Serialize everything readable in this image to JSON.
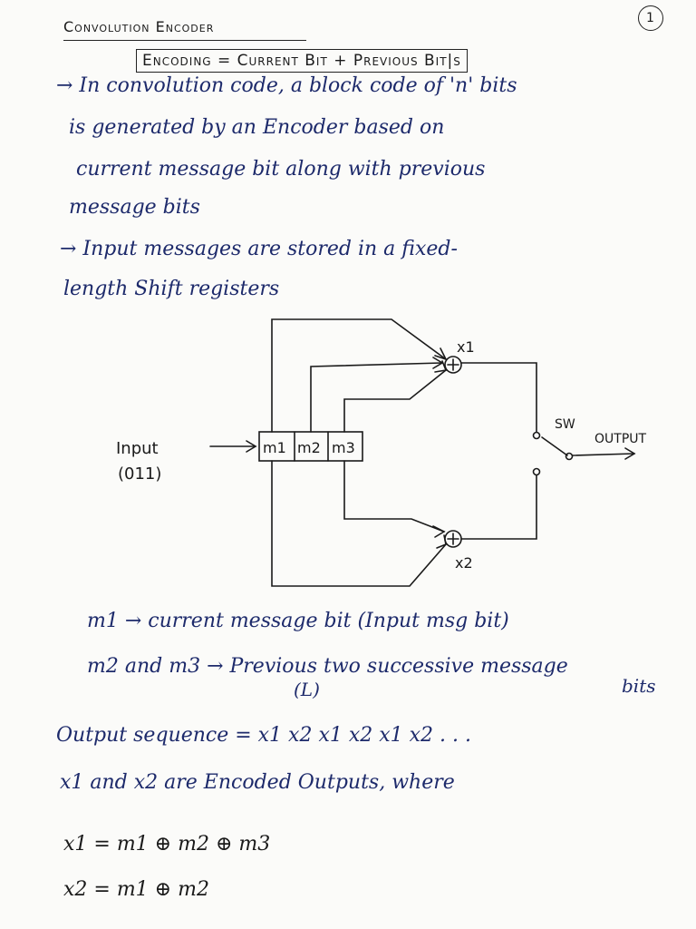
{
  "header": {
    "title": "Convolution Encoder",
    "page_number": "1",
    "formula": "Encoding = Current Bit + Previous Bit|s"
  },
  "notes": {
    "line1": "→ In convolution code, a block code of 'n' bits",
    "line2": "is generated by an Encoder based on",
    "line3": "current message bit along with previous",
    "line4": "message bits",
    "line5": "→ Input messages are stored in a fixed-",
    "line6": "length Shift registers"
  },
  "diagram": {
    "input_label": "Input",
    "input_value": "(011)",
    "registers": [
      "m1",
      "m2",
      "m3"
    ],
    "adder_top_label": "x1",
    "adder_bottom_label": "x2",
    "switch_label": "SW",
    "output_label": "OUTPUT"
  },
  "definitions": {
    "m1_def": "m1 → current message bit (Input msg bit)",
    "m2m3_def": "m2 and m3 → Previous two successive message",
    "m2m3_def_tail": "bits",
    "l_note": "(L)"
  },
  "equations": {
    "output_sequence": "Output sequence = x1 x2 x1 x2 x1 x2 . . .",
    "encoded_note": "x1 and x2 are Encoded Outputs, where",
    "x1_eq": "x1 = m1 ⊕ m2 ⊕ m3",
    "x2_eq": "x2 = m1 ⊕ m2"
  }
}
